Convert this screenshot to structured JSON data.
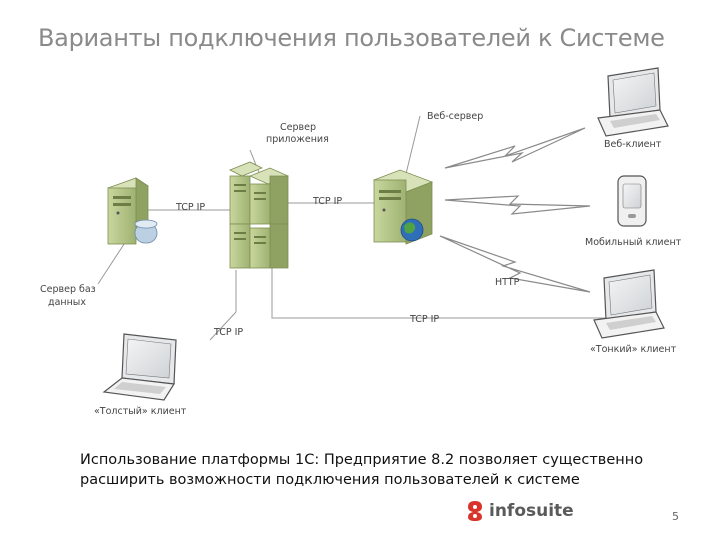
{
  "slide": {
    "title": "Варианты подключения пользователей к Системе",
    "caption_line1": "Использование платформы 1С: Предприятие 8.2 позволяет существенно",
    "caption_line2": "расширить возможности подключения пользователей к системе",
    "logo_text": "infosuite",
    "page_number": "5"
  },
  "diagram": {
    "labels": {
      "web_server": "Веб-сервер",
      "app_server_line1": "Сервер",
      "app_server_line2": "приложения",
      "db_server_line1": "Сервер баз",
      "db_server_line2": "данных",
      "tcp_ip_db": "TCP IP",
      "tcp_ip_web": "TCP IP",
      "tcp_ip_thick": "TCP IP",
      "tcp_ip_thin": "TCP IP",
      "http": "HTTP",
      "web_client": "Веб-клиент",
      "mobile_client": "Мобильный клиент",
      "thin_client": "«Тонкий» клиент",
      "thick_client": "«Толстый» клиент"
    },
    "colors": {
      "server_body": "#b9c98c",
      "server_dark": "#8fa262",
      "line": "#9a9a9a",
      "logo_red": "#d9342b"
    }
  }
}
